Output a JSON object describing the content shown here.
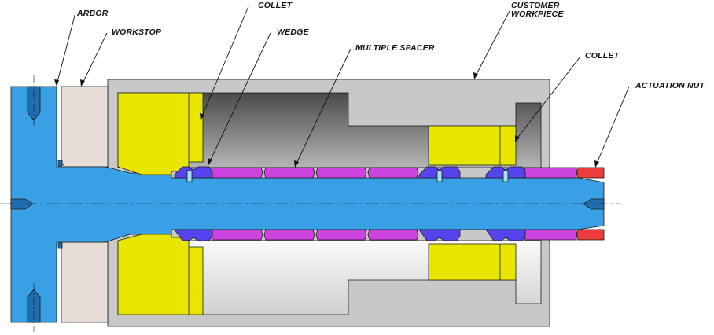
{
  "labels": {
    "arbor": "ARBOR",
    "workstop": "WORKSTOP",
    "collet_top": "COLLET",
    "wedge": "WEDGE",
    "multiple_spacer": "MULTIPLE SPACER",
    "customer_workpiece_line1": "CUSTOMER",
    "customer_workpiece_line2": "WORKPIECE",
    "collet_right": "COLLET",
    "actuation_nut": "ACTUATION NUT"
  },
  "colors": {
    "arbor": "#3aa0e6",
    "workstop": "#e8ddd6",
    "collet": "#e8e600",
    "spacer": "#cc44dd",
    "wedge": "#5544ee",
    "actuation_nut": "#ee3b3b",
    "workpiece": "#c8c8c8",
    "bore_dark": "#6e6e6e",
    "bore_light": "#e2e2e2"
  }
}
